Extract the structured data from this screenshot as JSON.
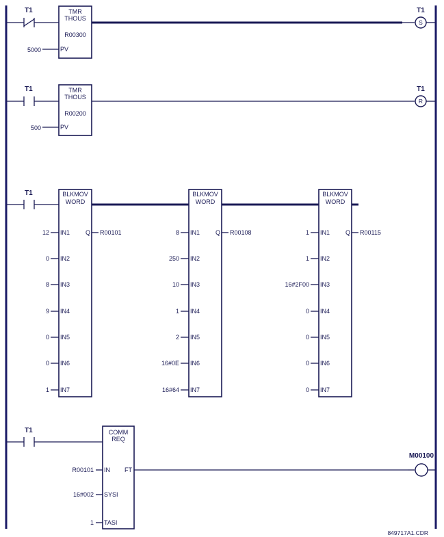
{
  "colors": {
    "rail": "#1a1a66",
    "wire": "#1a1a55",
    "box_border": "#1a1a55",
    "text": "#1a1a55"
  },
  "rung1": {
    "contact": "T1",
    "block": {
      "type": "TMR",
      "sub": "THOUS",
      "reg": "R00300"
    },
    "pv_value": "5000",
    "pv_label": "PV",
    "coil": "T1",
    "coil_symbol": "S"
  },
  "rung2": {
    "contact": "T1",
    "block": {
      "type": "TMR",
      "sub": "THOUS",
      "reg": "R00200"
    },
    "pv_value": "500",
    "pv_label": "PV",
    "coil": "T1",
    "coil_symbol": "R"
  },
  "rung3": {
    "contact": "T1",
    "blocks": [
      {
        "title": "BLKMOV",
        "sub": "WORD",
        "q_label": "Q",
        "q_out": "R00101",
        "inputs": [
          "12",
          "0",
          "8",
          "9",
          "0",
          "0",
          "1"
        ]
      },
      {
        "title": "BLKMOV",
        "sub": "WORD",
        "q_label": "Q",
        "q_out": "R00108",
        "inputs": [
          "8",
          "250",
          "10",
          "1",
          "2",
          "16#0E",
          "16#64"
        ]
      },
      {
        "title": "BLKMOV",
        "sub": "WORD",
        "q_label": "Q",
        "q_out": "R00115",
        "inputs": [
          "1",
          "1",
          "16#2F00",
          "0",
          "0",
          "0",
          "0"
        ]
      }
    ],
    "pin_labels": [
      "IN1",
      "IN2",
      "IN3",
      "IN4",
      "IN5",
      "IN6",
      "IN7"
    ]
  },
  "rung4": {
    "contact": "T1",
    "block": {
      "title": "COMM",
      "sub": "REQ"
    },
    "pins": [
      {
        "label": "IN",
        "value": "R00101"
      },
      {
        "label": "SYSI",
        "value": "16#002"
      },
      {
        "label": "TASI",
        "value": "1"
      }
    ],
    "ft_label": "FT",
    "coil": "M00100"
  },
  "footer": "849717A1.CDR"
}
